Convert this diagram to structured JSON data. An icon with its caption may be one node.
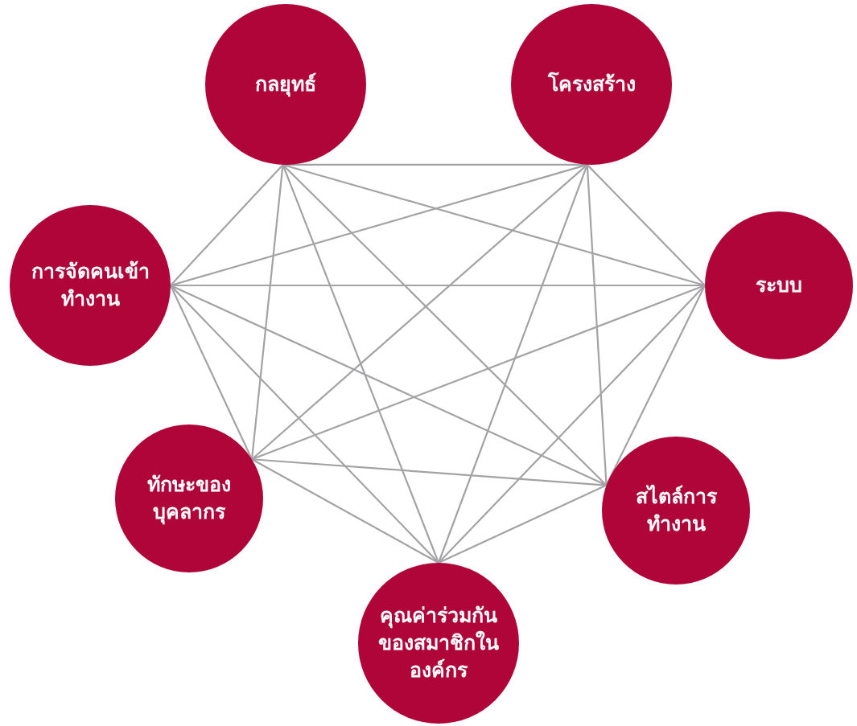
{
  "diagram": {
    "nodes": [
      {
        "text": [
          "กลยุทธ์"
        ]
      },
      {
        "text": [
          "โครงสร้าง"
        ]
      },
      {
        "text": [
          "การจัดคนเข้าทำงาน"
        ]
      },
      {
        "text": [
          "ระบบ"
        ]
      },
      {
        "text": [
          "ทักษะของบุคลากร"
        ]
      },
      {
        "text": [
          "สไตล์การทำงาน"
        ]
      },
      {
        "text": [
          "คุณค่าร่วมกันของสมาชิกในองค์กร"
        ]
      }
    ],
    "edges": [
      {
        "from": 0,
        "to": 1,
        "arrow": "none"
      },
      {
        "from": 0,
        "to": 2,
        "arrow": "none"
      },
      {
        "from": 0,
        "to": 3,
        "arrow": "none"
      },
      {
        "from": 0,
        "to": 4,
        "arrow": "none"
      },
      {
        "from": 0,
        "to": 5,
        "arrow": "none"
      },
      {
        "from": 0,
        "to": 6,
        "arrow": "none"
      },
      {
        "from": 1,
        "to": 2,
        "arrow": "none"
      },
      {
        "from": 1,
        "to": 3,
        "arrow": "none"
      },
      {
        "from": 1,
        "to": 4,
        "arrow": "none"
      },
      {
        "from": 1,
        "to": 5,
        "arrow": "none"
      },
      {
        "from": 1,
        "to": 6,
        "arrow": "none"
      },
      {
        "from": 2,
        "to": 3,
        "arrow": "none"
      },
      {
        "from": 2,
        "to": 4,
        "arrow": "none"
      },
      {
        "from": 2,
        "to": 5,
        "arrow": "none"
      },
      {
        "from": 2,
        "to": 6,
        "arrow": "none"
      },
      {
        "from": 3,
        "to": 4,
        "arrow": "none"
      },
      {
        "from": 3,
        "to": 5,
        "arrow": "none"
      },
      {
        "from": 3,
        "to": 6,
        "arrow": "none"
      },
      {
        "from": 4,
        "to": 5,
        "arrow": "none"
      },
      {
        "from": 4,
        "to": 6,
        "arrow": "none"
      },
      {
        "from": 5,
        "to": 6,
        "arrow": "none"
      }
    ]
  }
}
